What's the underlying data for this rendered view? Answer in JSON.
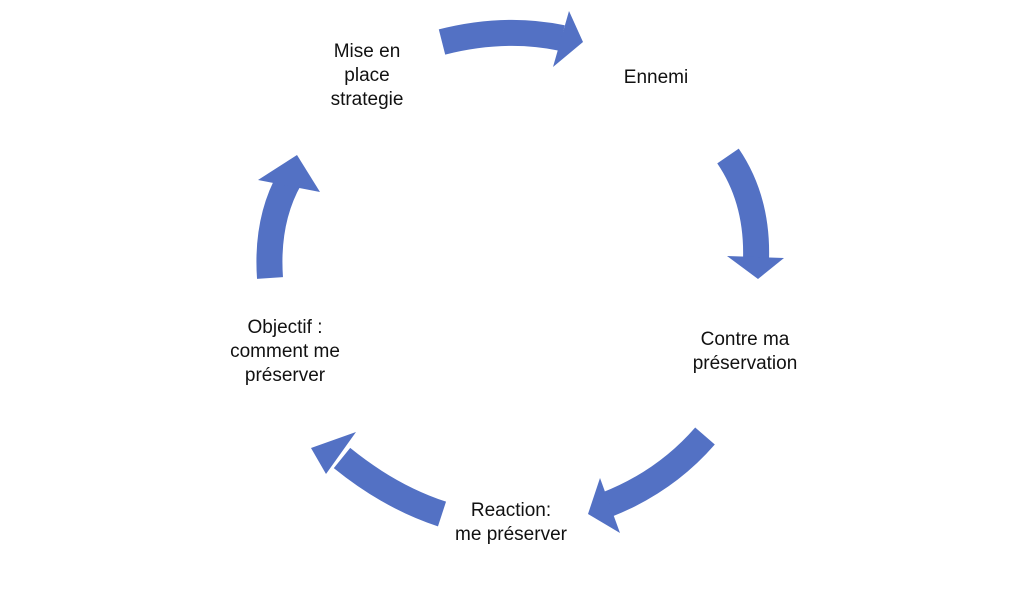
{
  "diagram": {
    "type": "cycle",
    "arrow_color": "#5371c4",
    "nodes": [
      {
        "id": "strategie",
        "lines": [
          "Mise en",
          "place",
          "strategie"
        ]
      },
      {
        "id": "ennemi",
        "lines": [
          "Ennemi"
        ]
      },
      {
        "id": "contre",
        "lines": [
          "Contre ma",
          "préservation"
        ]
      },
      {
        "id": "reaction",
        "lines": [
          "Reaction:",
          "me préserver"
        ]
      },
      {
        "id": "objectif",
        "lines": [
          "Objectif :",
          "comment me",
          "préserver"
        ]
      }
    ],
    "edges": [
      [
        "strategie",
        "ennemi"
      ],
      [
        "ennemi",
        "contre"
      ],
      [
        "contre",
        "reaction"
      ],
      [
        "reaction",
        "objectif"
      ],
      [
        "objectif",
        "strategie"
      ]
    ]
  }
}
